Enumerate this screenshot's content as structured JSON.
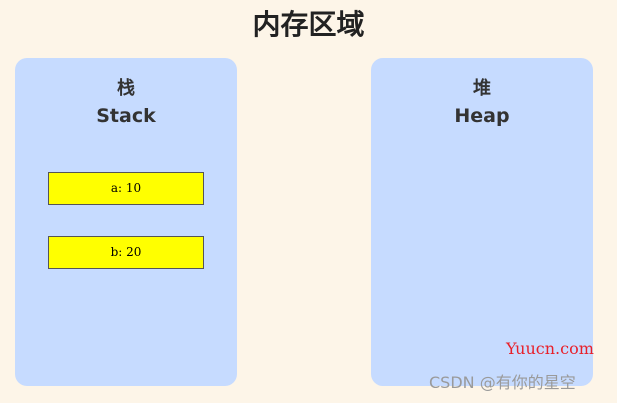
{
  "title": "内存区域",
  "stack": {
    "title_cn": "栈",
    "title_en": "Stack",
    "variables": [
      {
        "label": "a: 10"
      },
      {
        "label": "b: 20"
      }
    ]
  },
  "heap": {
    "title_cn": "堆",
    "title_en": "Heap"
  },
  "watermarks": {
    "site": "Yuucn.com",
    "csdn": "CSDN @有你的星空"
  },
  "colors": {
    "background": "#fdf5e8",
    "panel": "#c6dbff",
    "variable_box": "#ffff00",
    "watermark_site": "#e8202a",
    "watermark_csdn": "#9a9a9a"
  }
}
